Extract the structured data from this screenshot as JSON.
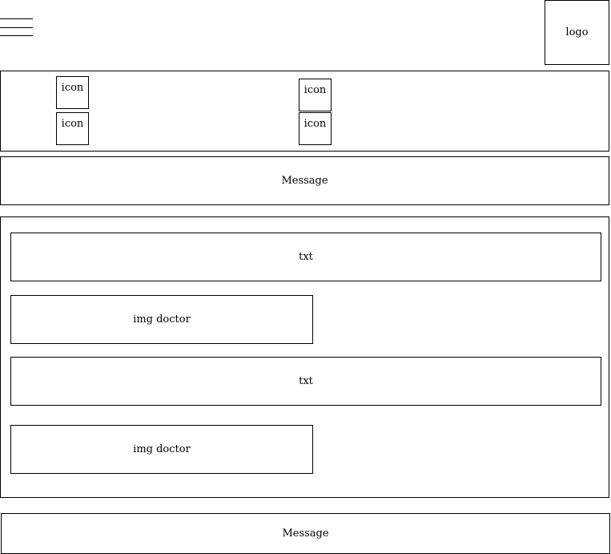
{
  "header": {
    "menu_icon": "hamburger-menu-icon",
    "logo_label": "logo"
  },
  "icon_panel": {
    "icons": [
      {
        "label": "icon"
      },
      {
        "label": "icon"
      },
      {
        "label": "icon"
      },
      {
        "label": "icon"
      }
    ]
  },
  "message_top": {
    "label": "Message"
  },
  "content": {
    "blocks": [
      {
        "type": "text",
        "label": "txt"
      },
      {
        "type": "image",
        "label": "img doctor"
      },
      {
        "type": "text",
        "label": "txt"
      },
      {
        "type": "image",
        "label": "img doctor"
      }
    ]
  },
  "message_bottom": {
    "label": "Message"
  }
}
